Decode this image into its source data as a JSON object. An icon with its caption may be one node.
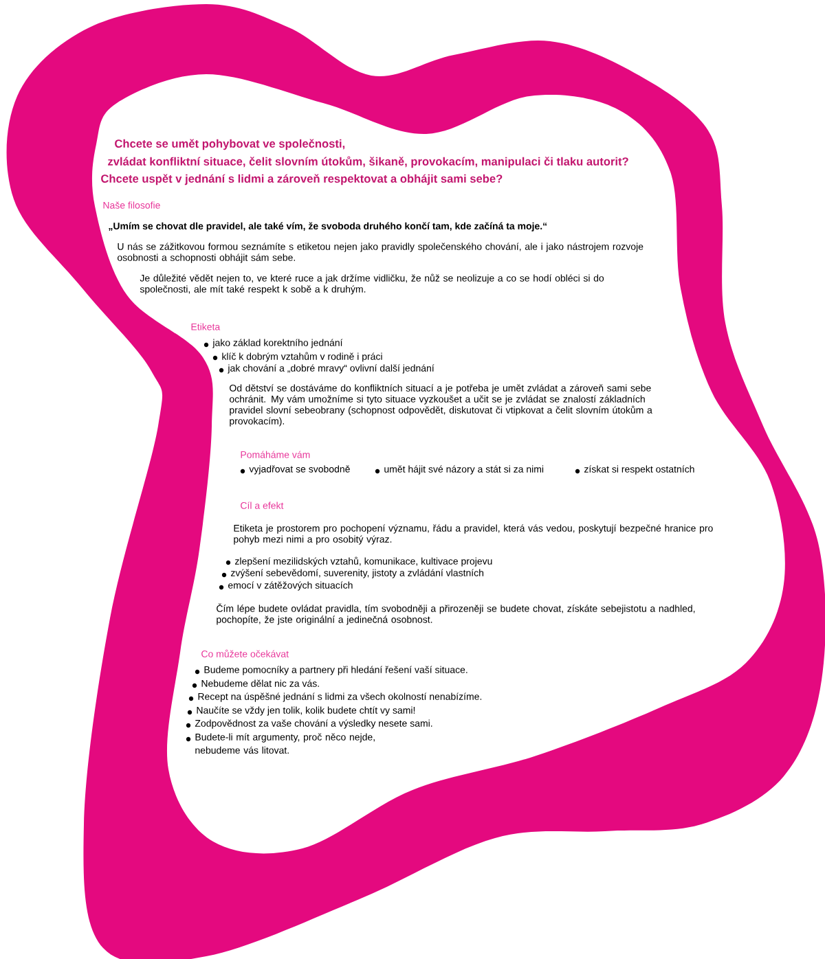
{
  "diagram": {
    "labels": [
      "Chcete se umět pohybovat ve společnosti,",
      "zvládat konfliktní situace, čelit slovním útokům, šikaně, provokacím, manipulaci či tlaku autorit?",
      "Chcete uspět v jednání s lidmi a zároveň respektovat a obhájit sami sebe?",
      "Naše filosofie",
      "„Umím se chovat dle pravidel, ale také vím, že svoboda druhého končí tam, kde začíná ta moje.“",
      "U nás se zážitkovou formou seznámíte s etiketou nejen jako pravidly společenského chování, ale i jako nástrojem rozvoje osobnosti a schopnosti obhájit sám sebe.",
      "Je důležité vědět nejen to, ve které ruce a jak držíme vidličku, že nůž se neolizuje a co se hodí obléci si do společnosti, ale mít také respekt k sobě a k druhým.",
      "Etiketa",
      "jako základ korektního jednání",
      "klíč k dobrým vztahům v rodině i práci",
      "jak chování a „dobré mravy“ ovlivní další jednání",
      "Od dětství se dostáváme do konfliktních situací a je potřeba je umět zvládat a zároveň sami sebe ochránit. My vám umožníme si tyto situace vyzkoušet a učit se je zvládat se znalostí základních pravidel slovní sebeobrany (schopnost odpovědět, diskutovat či vtipkovat a čelit slovním útokům a provokacím).",
      "Pomáháme vám",
      "vyjadřovat se svobodně",
      "umět hájit své názory a stát si za nimi",
      "získat si respekt ostatních",
      "Cíl a efekt",
      "Etiketa je prostorem pro pochopení významu, řádu a pravidel, která vás vedou, poskytují bezpečné hranice pro pohyb mezi nimi a pro osobitý výraz.",
      "zlepšení mezilidských vztahů, komunikace, kultivace projevu",
      "zvýšení sebevědomí, suverenity, jistoty a zvládání vlastních",
      "emocí v zátěžových situacích",
      "Čím lépe budete ovládat pravidla, tím svobodněji a přirozeněji se budete chovat, získáte sebejistotu a nadhled, pochopíte, že jste originální a jedinečná osobnost.",
      "Co můžete očekávat",
      "Budeme pomocníky a partnery při hledání řešení vaší situace.",
      "Nebudeme dělat nic za vás.",
      "Recept na úspěšné jednání s lidmi za všech okolností nenabízíme.",
      "Naučíte se vždy jen tolik, kolik budete chtít vy sami!",
      "Zodpovědnost za vaše chování a výsledky nesete sami.",
      "Budete-li mít argumenty, proč něco nejde, nebudeme vás litovat."
    ]
  }
}
